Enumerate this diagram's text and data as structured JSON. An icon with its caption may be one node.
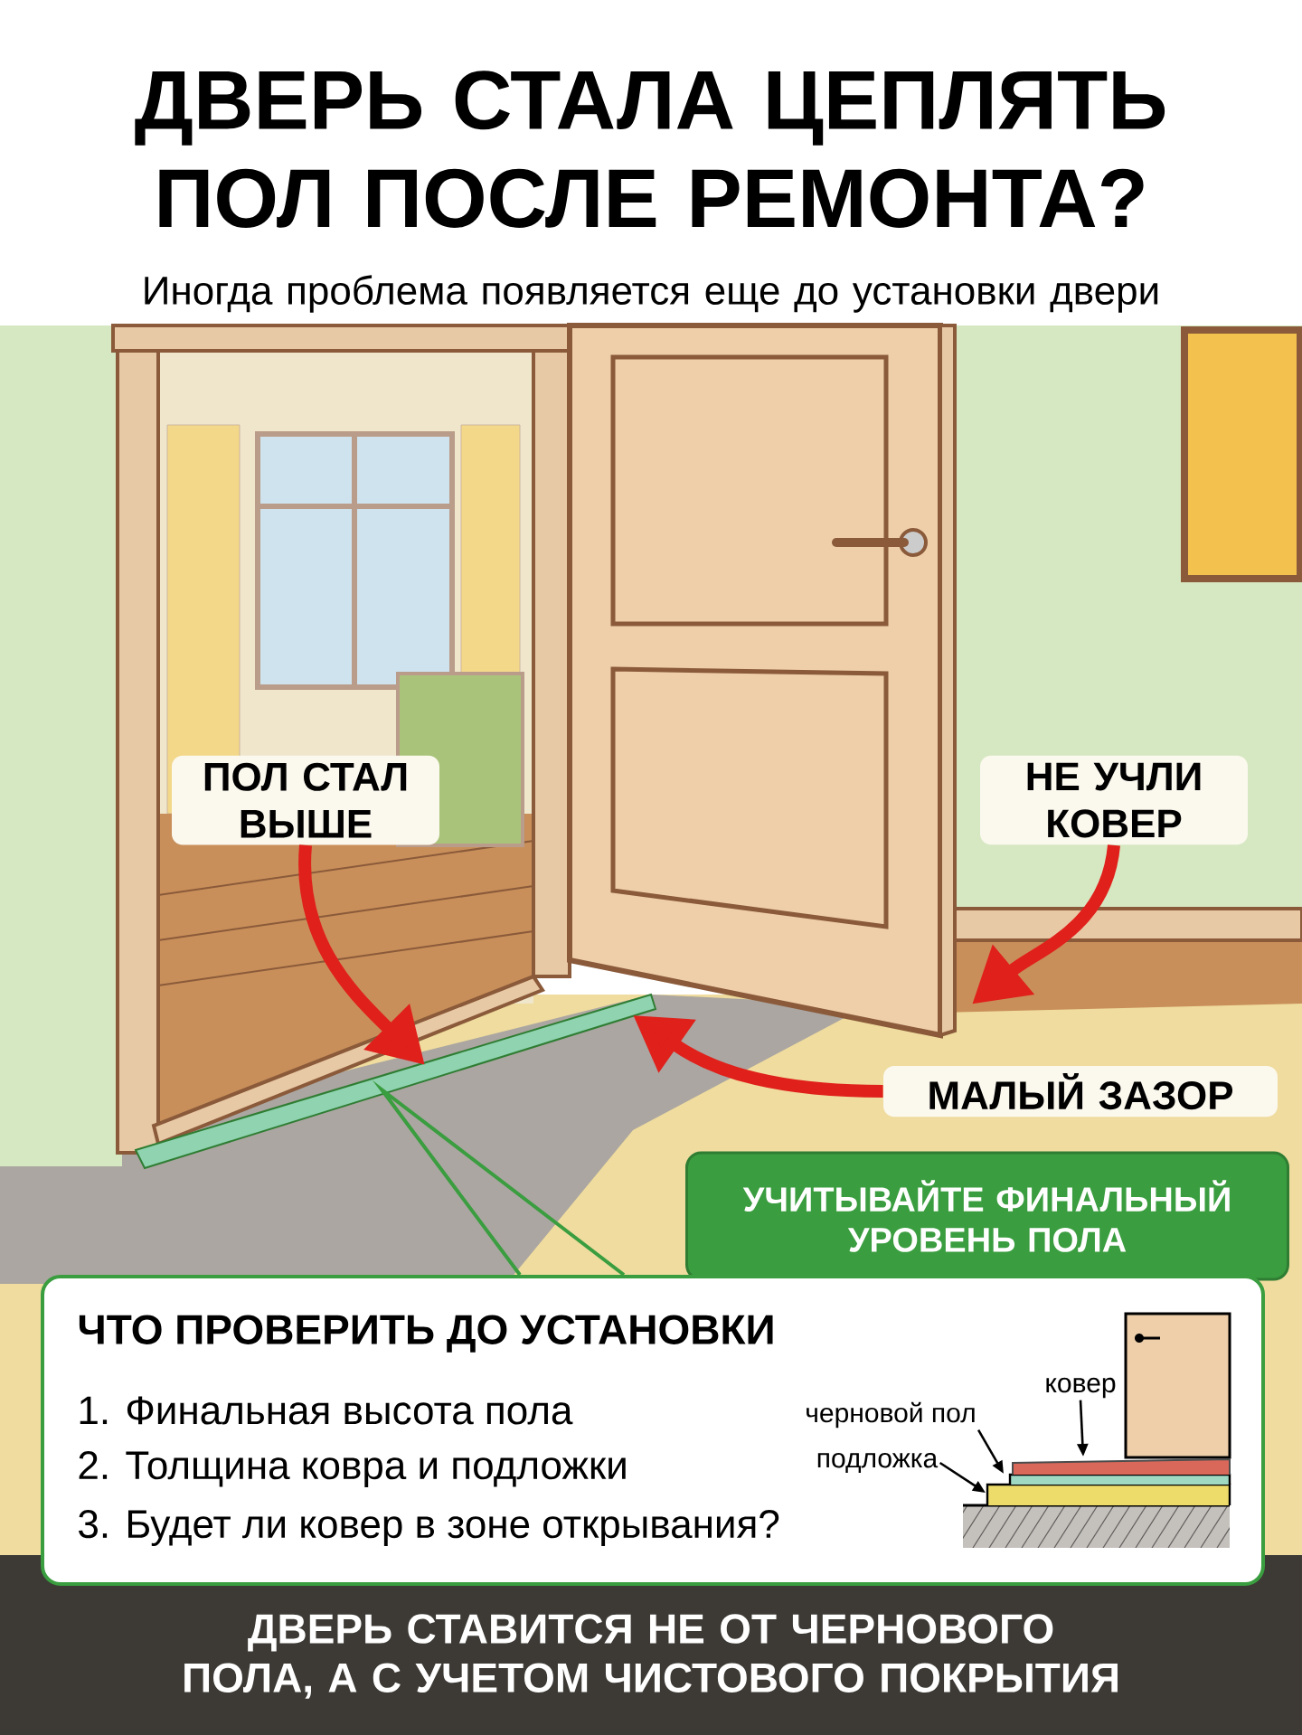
{
  "diagram": {
    "title": "ДВЕРЬ СТАЛА ЦЕПЛЯТЬ ПОЛ ПОСЛЕ РЕМОНТА?",
    "caption": "ДВЕРЬ СТАВИТСЯ НЕ ОТ ЧЕРНОВОГО ПОЛА, А С УЧЕТОМ ЧИСТОВОГО ПОКРЫТИЯ",
    "nodes": [
      {
        "text": [
          "ПОЛ СТАЛ ВЫШЕ"
        ]
      },
      {
        "text": [
          "НЕ УЧЛИ КОВЕР"
        ]
      },
      {
        "text": [
          "МАЛЫЙ ЗАЗОР"
        ]
      },
      {
        "text": [
          "УЧИТЫВАЙТЕ ФИНАЛЬНЫЙ УРОВЕНЬ ПОЛА"
        ]
      },
      {
        "text": [
          "ЧТО ПРОВЕРИТЬ ДО УСТАНОВКИ",
          "1. Финальная высота пола",
          "2. Толщина ковра и подложки",
          "3. Будет ли ковер в зоне открывания?"
        ]
      },
      {
        "text": [
          "черновой пол"
        ],
        "in": 4
      },
      {
        "text": [
          "подложка"
        ],
        "in": 4
      },
      {
        "text": [
          "ковер"
        ],
        "in": 4
      },
      {
        "text": [],
        "shape": "picture"
      }
    ],
    "edges": [
      {
        "from": 0,
        "to": null,
        "arrow": "to",
        "style": "thick",
        "color": "#e0201b"
      },
      {
        "from": 1,
        "to": 8,
        "arrow": "to",
        "style": "thick",
        "color": "#e0201b"
      },
      {
        "from": 2,
        "to": 8,
        "arrow": "to",
        "style": "thick",
        "color": "#e0201b"
      },
      {
        "from": 4,
        "to": null,
        "arrow": "none",
        "color": "#3a9d3f"
      },
      {
        "from": 5,
        "to": null,
        "arrow": "to",
        "color": "#000000"
      },
      {
        "from": 6,
        "to": null,
        "arrow": "to",
        "color": "#000000"
      },
      {
        "from": 7,
        "to": null,
        "arrow": "to",
        "color": "#000000"
      }
    ],
    "labels": [
      "Иногда проблема появляется еще до установки двери"
    ]
  }
}
